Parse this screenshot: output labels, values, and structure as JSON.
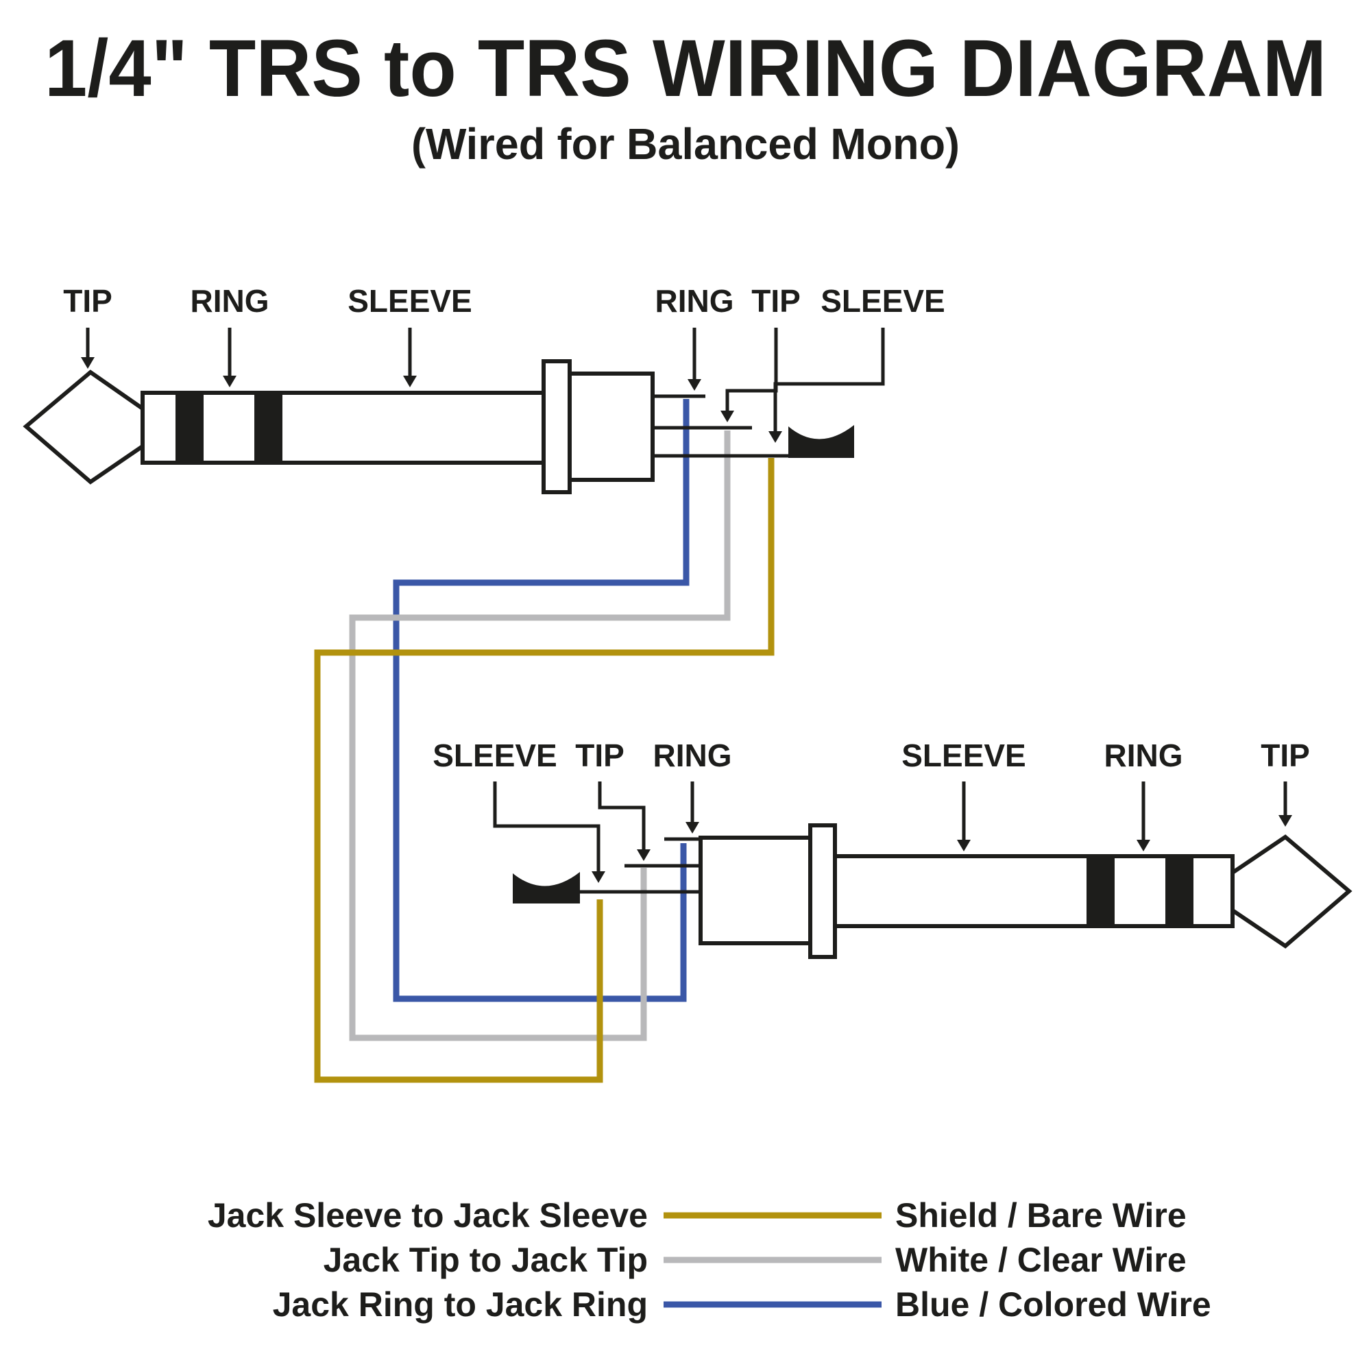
{
  "title": "1/4\" TRS to TRS WIRING DIAGRAM",
  "subtitle": "(Wired for Balanced Mono)",
  "colors": {
    "black": "#1d1d1b",
    "blue_wire": "#3a57a7",
    "white_wire": "#b8b8ba",
    "shield_wire": "#b2920e"
  },
  "top_connector": {
    "labels": {
      "tip": "TIP",
      "ring": "RING",
      "sleeve": "SLEEVE",
      "lug_ring": "RING",
      "lug_tip": "TIP",
      "lug_sleeve": "SLEEVE"
    }
  },
  "bottom_connector": {
    "labels": {
      "lug_sleeve": "SLEEVE",
      "lug_tip": "TIP",
      "lug_ring": "RING",
      "sleeve": "SLEEVE",
      "ring": "RING",
      "tip": "TIP"
    }
  },
  "legend": {
    "rows": [
      {
        "connection": "Jack Sleeve to Jack Sleeve",
        "wire": "Shield / Bare Wire",
        "color": "#b2920e"
      },
      {
        "connection": "Jack Tip to Jack Tip",
        "wire": "White / Clear Wire",
        "color": "#b8b8ba"
      },
      {
        "connection": "Jack Ring to Jack Ring",
        "wire": "Blue / Colored Wire",
        "color": "#3a57a7"
      }
    ]
  }
}
